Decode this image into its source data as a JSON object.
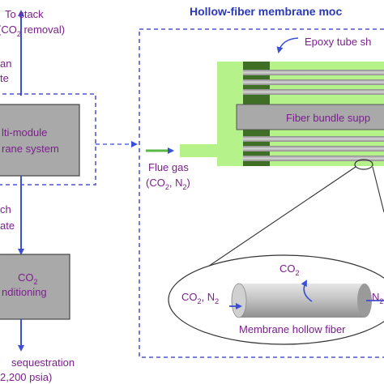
{
  "colors": {
    "process_box": "#a9a9a9",
    "box_border": "#444444",
    "stream_arrow": "#3a4fd6",
    "dashed_border": "#2b35c4",
    "module_light_green": "#b6f28a",
    "module_dark_green": "#3f6f24",
    "flue_arrow": "#5ab84a",
    "text_purple": "#7a1f8c",
    "title_blue": "#2b39b8"
  },
  "diagram": {
    "to_stack_label": "To stack",
    "co2_removal_label_a": "(CO",
    "co2_removal_label_sub": "2",
    "co2_removal_label_b": " removal)",
    "clean_label_fragment": "an",
    "clean_label_fragment2": "te",
    "multi_module_label_1": "lti-module",
    "multi_module_label_2": "rane system",
    "rich_label_fragment": "ch",
    "rich_label_fragment2": "ate",
    "co2_conditioning_label_a": "CO",
    "co2_conditioning_label_sub": "2",
    "co2_conditioning_label_2": "nditioning",
    "sequestration_label": "sequestration",
    "pressure_label": "2,200 psia)",
    "module_title": "Hollow-fiber membrane moc",
    "epoxy_label": "Epoxy tube sh",
    "fiber_bundle_label": "Fiber bundle supp",
    "flue_gas_label": "Flue gas",
    "flue_gas_comp_a": "(CO",
    "flue_gas_comp_sub": "2",
    "flue_gas_comp_b": ", N",
    "flue_gas_comp_sub2": "2",
    "flue_gas_comp_c": ")",
    "zoom_co2_a": "CO",
    "zoom_co2_sub": "2",
    "zoom_feed_a": "CO",
    "zoom_feed_sub": "2",
    "zoom_feed_b": ", N",
    "zoom_feed_sub2": "2",
    "zoom_retentate_a": "N",
    "zoom_retentate_sub": "2",
    "hollow_fiber_label": "Membrane hollow fiber"
  }
}
